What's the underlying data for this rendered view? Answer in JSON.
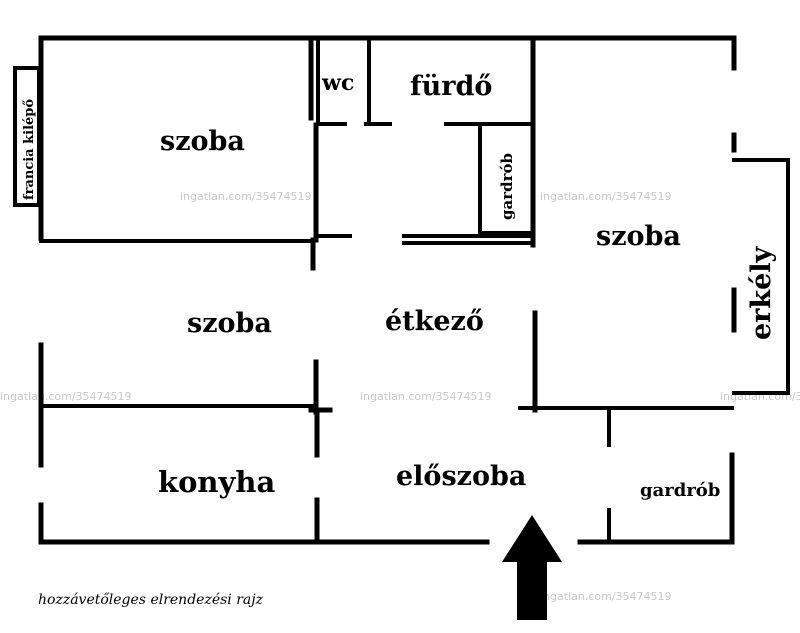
{
  "rooms": {
    "szoba_top_left": "szoba",
    "wc": "wc",
    "furdo": "fürdő",
    "szoba_right": "szoba",
    "szoba_middle": "szoba",
    "etkezo": "étkező",
    "konyha": "konyha",
    "eloszoba": "előszoba",
    "gardrob_small": "gardrób",
    "gardrob_bottom": "gardrób",
    "erkely": "erkély",
    "francia_kilepo": "francia kilépő"
  },
  "caption": "hozzávetőleges elrendezési rajz",
  "watermark": "ingatlan.com/35474519",
  "colors": {
    "wall": "#000000",
    "watermark": "#c8c8c8",
    "background": "#ffffff"
  },
  "icons": {
    "entrance": "arrow-up-icon"
  }
}
